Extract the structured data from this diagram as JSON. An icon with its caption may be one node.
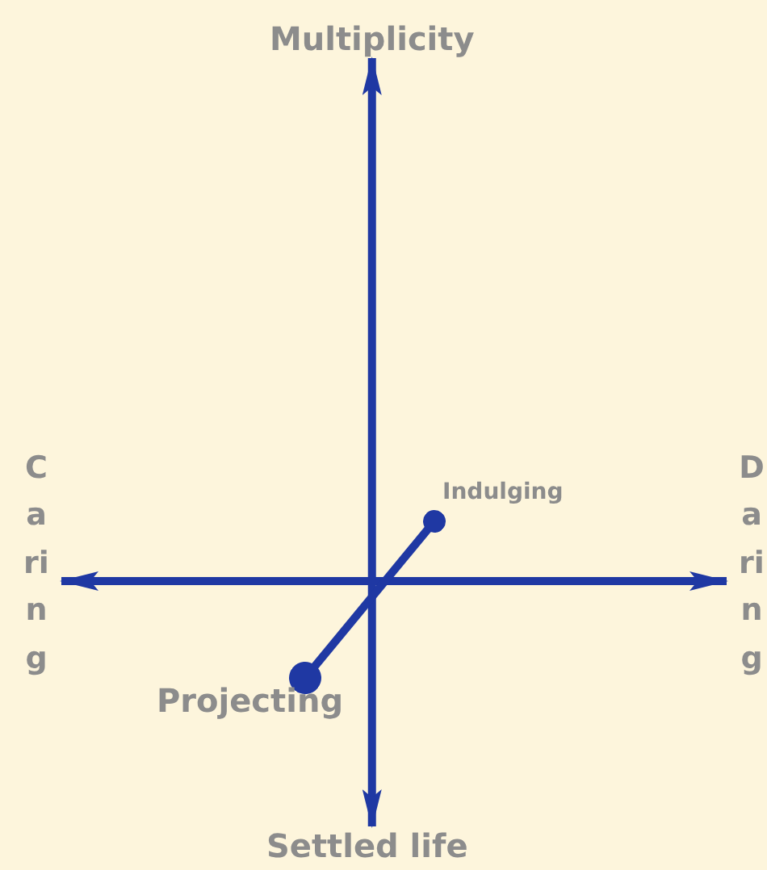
{
  "diagram": {
    "nodes": [
      {
        "text": [
          "Multiplicity"
        ]
      },
      {
        "text": [
          "Caring"
        ]
      },
      {
        "text": [
          "Daring"
        ]
      },
      {
        "text": [
          "Settled life"
        ]
      },
      {
        "text": [
          "Indulging"
        ]
      },
      {
        "text": [
          "Projecting"
        ]
      }
    ],
    "edges": [
      {
        "from": 3,
        "to": 0,
        "arrow": "both"
      },
      {
        "from": 1,
        "to": 2,
        "arrow": "both"
      },
      {
        "from": 5,
        "to": 4,
        "arrow": "other"
      }
    ]
  }
}
